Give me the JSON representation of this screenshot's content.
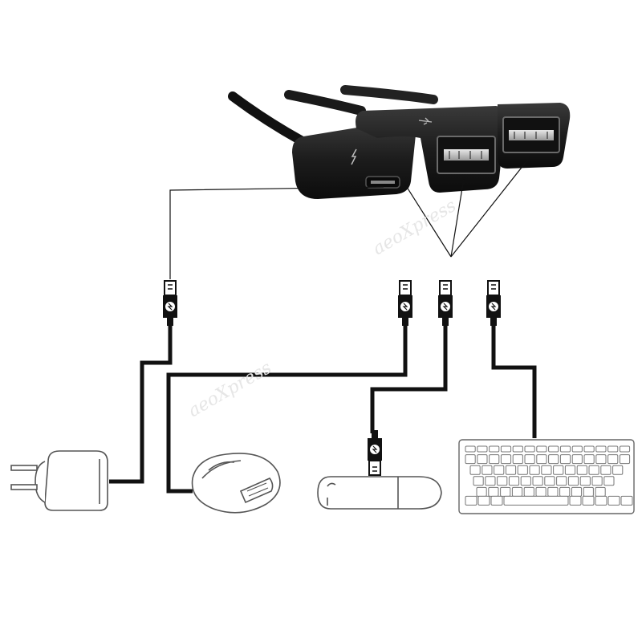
{
  "title": "",
  "hub": {
    "ports": [
      {
        "type": "micro-usb-power",
        "icon": "lightning-icon"
      },
      {
        "type": "usb-a",
        "icon": "usb-symbol-icon"
      },
      {
        "type": "usb-a",
        "icon": "usb-symbol-icon"
      }
    ]
  },
  "devices": [
    {
      "name": "power-adapter",
      "icon": "wall-plug-icon"
    },
    {
      "name": "mouse",
      "icon": "mouse-icon"
    },
    {
      "name": "usb-flash-drive",
      "icon": "usb-stick-icon"
    },
    {
      "name": "keyboard",
      "icon": "keyboard-icon"
    }
  ],
  "colors": {
    "cable": "#1a1a1a",
    "hub_body": "#202020",
    "device_outline": "#555555",
    "background": "#ffffff"
  }
}
